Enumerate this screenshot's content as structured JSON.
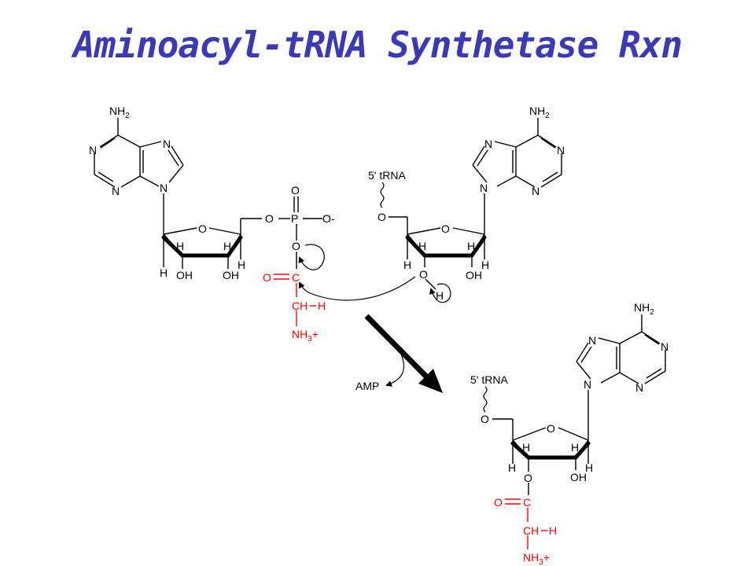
{
  "title": "Aminoacyl-tRNA Synthetase Rxn",
  "labels": {
    "nh2": "NH",
    "nh2_sub": "2",
    "n": "N",
    "o": "O",
    "h": "H",
    "oh": "OH",
    "p": "P",
    "o_minus": "O-",
    "c": "C",
    "ch_h": "CH",
    "nh3": "NH",
    "nh3_sub": "3",
    "nh3_charge": "+",
    "trna": "5' tRNA",
    "amp": "AMP"
  },
  "colors": {
    "title": "#3a3ab8",
    "amino_acid": "#ff0000",
    "structure": "#000000"
  }
}
